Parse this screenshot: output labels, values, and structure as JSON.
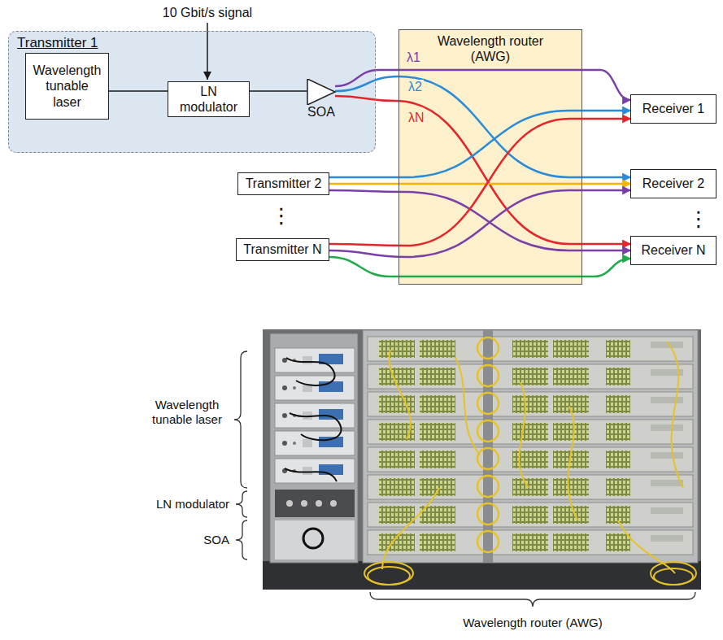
{
  "diagram": {
    "nodes": [
      {
        "text": [
          "Transmitter 1"
        ]
      },
      {
        "text": [
          "Wavelength tunable laser"
        ],
        "in": 0
      },
      {
        "text": [
          "LN modulator"
        ],
        "in": 0
      },
      {
        "text": [
          "SOA"
        ],
        "in": 0
      },
      {
        "text": [
          "Wavelength router (AWG)"
        ]
      },
      {
        "text": [
          "Transmitter 2"
        ]
      },
      {
        "text": [
          "Transmitter N"
        ]
      },
      {
        "text": [
          "Receiver 1"
        ]
      },
      {
        "text": [
          "Receiver 2"
        ]
      },
      {
        "text": [
          "Receiver N"
        ]
      }
    ],
    "edges": [
      {
        "from": 1,
        "to": 2,
        "arrow": "none"
      },
      {
        "from": 2,
        "to": 3,
        "arrow": "none"
      },
      {
        "from": 3,
        "to": 7,
        "arrow": "to",
        "label": "λ1"
      },
      {
        "from": 3,
        "to": 8,
        "arrow": "to",
        "label": "λ2"
      },
      {
        "from": 3,
        "to": 9,
        "arrow": "to",
        "label": "λN"
      },
      {
        "from": 5,
        "to": 7,
        "arrow": "to"
      },
      {
        "from": 5,
        "to": 8,
        "arrow": "to"
      },
      {
        "from": 5,
        "to": 9,
        "arrow": "to"
      },
      {
        "from": 6,
        "to": 7,
        "arrow": "to"
      },
      {
        "from": 6,
        "to": 8,
        "arrow": "to"
      },
      {
        "from": 6,
        "to": 9,
        "arrow": "to"
      }
    ],
    "labels": [
      "10 Gbit/s signal",
      "⋮",
      "⋮",
      "Wavelength tunable laser",
      "LN modulator",
      "SOA",
      "Wavelength router (AWG)"
    ]
  }
}
